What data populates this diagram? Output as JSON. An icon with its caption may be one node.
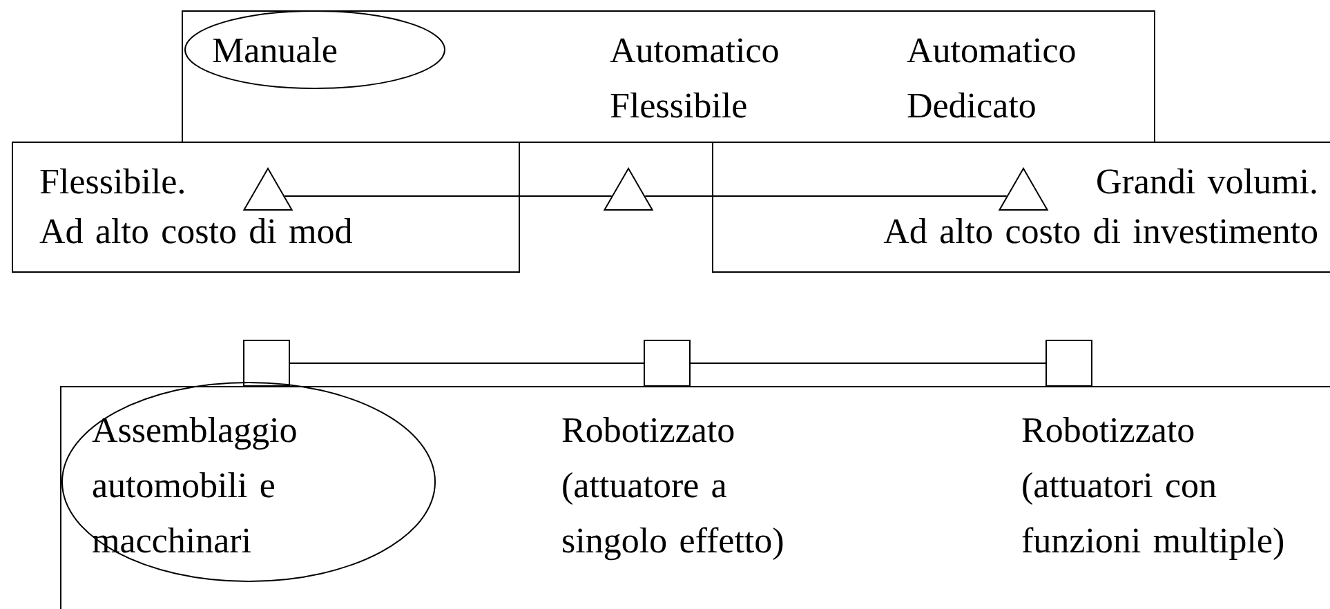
{
  "diagram": {
    "nodes": [
      {
        "text": [
          "Automatico Flessibile",
          "Automatico Dedicato"
        ]
      },
      {
        "text": [
          "Manuale"
        ],
        "in": 0
      },
      {
        "text": [
          "Flessibile.",
          "Ad alto costo di mod"
        ]
      },
      {
        "text": [
          "Grandi volumi.",
          "Ad alto costo di investimento"
        ]
      },
      {
        "text": [],
        "shape": "triangle",
        "in": 2
      },
      {
        "text": [],
        "shape": "triangle"
      },
      {
        "text": [],
        "shape": "triangle",
        "in": 3
      },
      {
        "text": [],
        "shape": "box"
      },
      {
        "text": [],
        "shape": "box"
      },
      {
        "text": [],
        "shape": "box"
      },
      {
        "text": [
          "Robotizzato (attuatore a singolo effetto)",
          "Robotizzato (attuatori con funzioni multiple)"
        ]
      },
      {
        "text": [
          "Assemblaggio automobili e macchinari"
        ],
        "in": 10
      }
    ],
    "edges": [
      {
        "from": 4,
        "to": 5,
        "arrow": "none"
      },
      {
        "from": 5,
        "to": 6,
        "arrow": "none"
      },
      {
        "from": 7,
        "to": 8,
        "arrow": "none"
      },
      {
        "from": 8,
        "to": 9,
        "arrow": "none"
      }
    ]
  }
}
